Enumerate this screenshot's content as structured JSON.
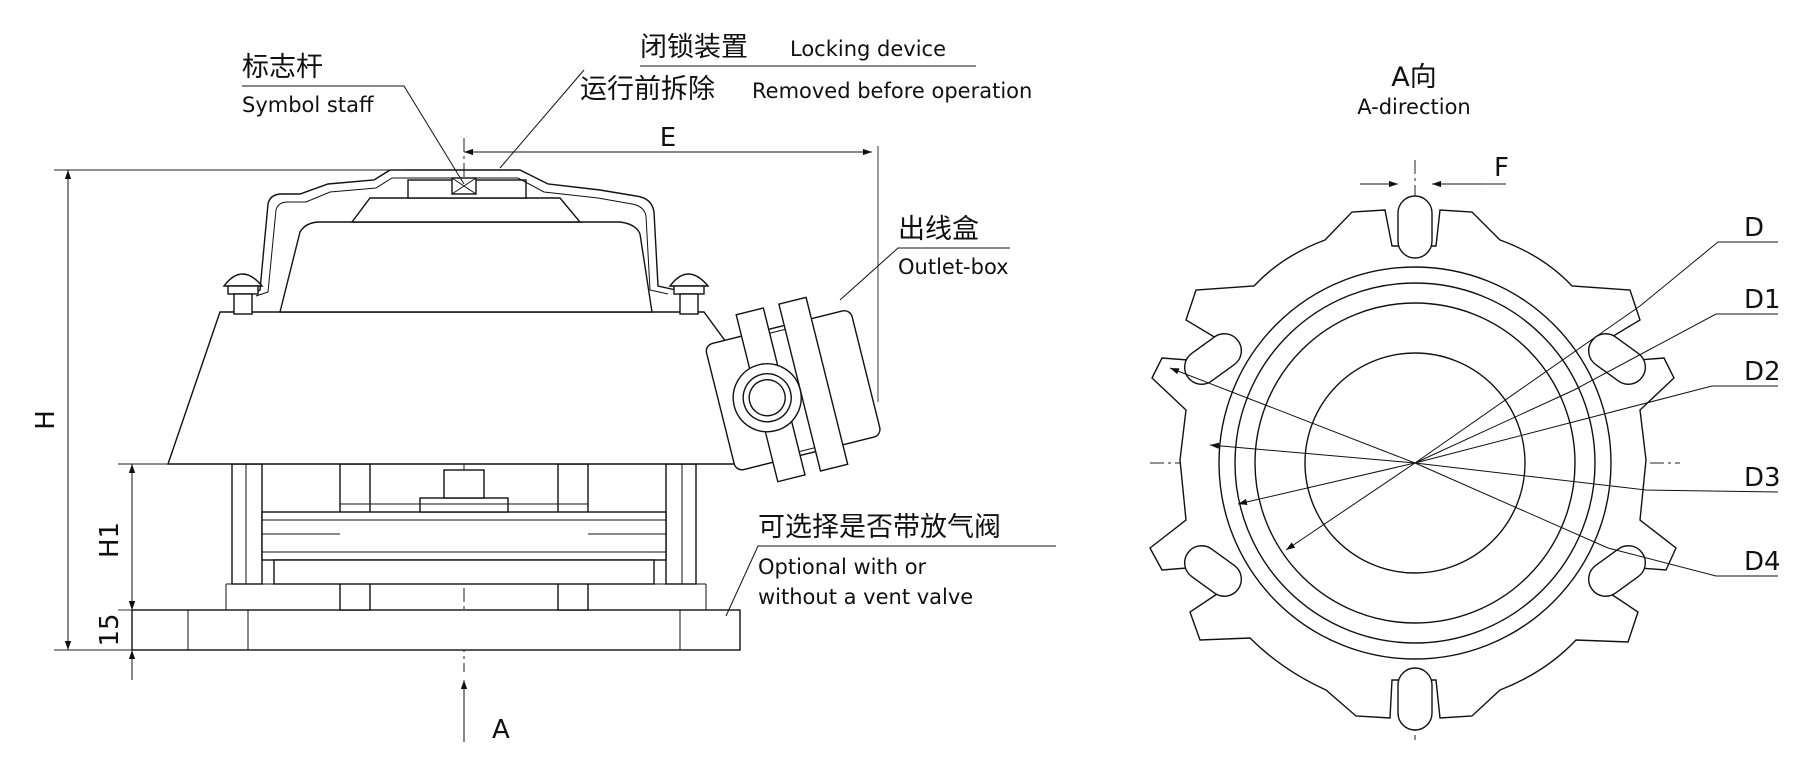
{
  "side_view": {
    "labels": {
      "symbol_staff_cn": "标志杆",
      "symbol_staff_en": "Symbol staff",
      "locking_device_cn": "闭锁装置",
      "locking_device_en": "Locking device",
      "removed_cn": "运行前拆除",
      "removed_en": "Removed before operation",
      "outlet_box_cn": "出线盒",
      "outlet_box_en": "Outlet-box",
      "vent_valve_cn": "可选择是否带放气阀",
      "vent_valve_en_line1": "Optional with or",
      "vent_valve_en_line2": "without a vent valve"
    },
    "dimensions": {
      "E": "E",
      "H": "H",
      "H1": "H1",
      "base_height": "15",
      "view_arrow": "A"
    }
  },
  "end_view": {
    "title_cn": "A向",
    "title_en": "A-direction",
    "dimensions": {
      "F": "F",
      "D": "D",
      "D1": "D1",
      "D2": "D2",
      "D3": "D3",
      "D4": "D4"
    }
  }
}
